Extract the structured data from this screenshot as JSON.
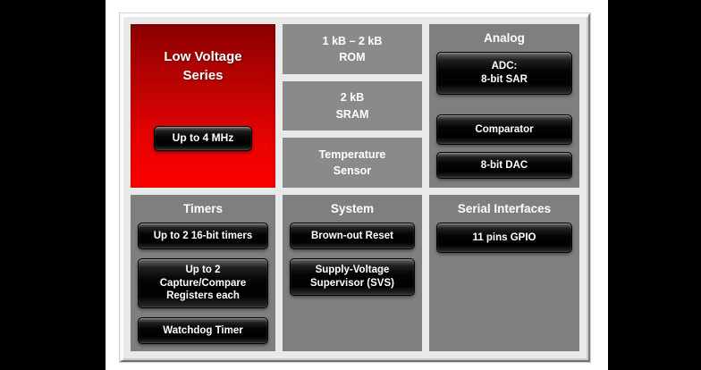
{
  "diagram": {
    "low_voltage": {
      "title": "Low Voltage\nSeries",
      "speed_button": "Up to 4 MHz"
    },
    "memory": {
      "rom": "1 kB – 2 kB\nROM",
      "sram": "2 kB\nSRAM",
      "temp_sensor": "Temperature\nSensor"
    },
    "analog": {
      "header": "Analog",
      "adc": "ADC:\n8-bit SAR",
      "comparator": "Comparator",
      "dac": "8-bit DAC"
    },
    "timers": {
      "header": "Timers",
      "timer_count": "Up to 2 16-bit timers",
      "capture_compare": "Up to 2\nCapture/Compare\nRegisters each",
      "watchdog": "Watchdog Timer"
    },
    "system": {
      "header": "System",
      "brownout": "Brown-out Reset",
      "svs": "Supply-Voltage\nSupervisor (SVS)"
    },
    "serial": {
      "header": "Serial Interfaces",
      "gpio": "11 pins GPIO"
    }
  },
  "colors": {
    "page_bg": "#ffffff",
    "pillarbox_black": "#000000",
    "frame_silver": "#e9e9e9",
    "panel_gray": "#7f7f7f",
    "block_gray": "#8a8a8a",
    "button_black": "#050505",
    "red_top": "#8c0000",
    "red_bottom": "#fe0000",
    "text_white": "#ffffff"
  }
}
